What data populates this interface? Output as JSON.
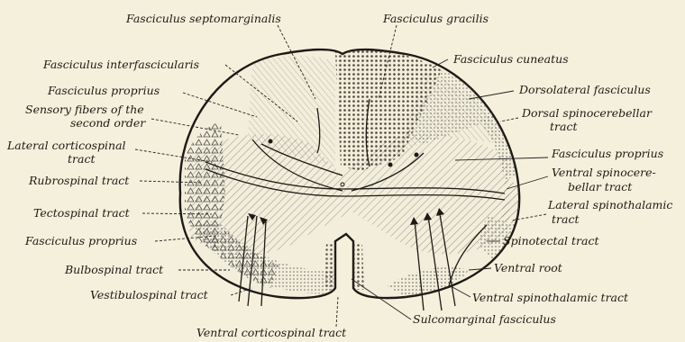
{
  "figure": {
    "labels": {
      "fasciculus_septomarginalis": "Fasciculus septomarginalis",
      "fasciculus_gracilis": "Fasciculus gracilis",
      "fasciculus_interfascicularis": "Fasciculus interfascicularis",
      "fasciculus_cuneatus": "Fasciculus cuneatus",
      "fasciculus_proprius_upper": "Fasciculus proprius",
      "dorsolateral_fasciculus": "Dorsolateral fasciculus",
      "sensory_fibers_line1": "Sensory fibers of the",
      "sensory_fibers_line2": "second order",
      "dorsal_spinocerebellar_line1": "Dorsal spinocerebellar",
      "dorsal_spinocerebellar_line2": "tract",
      "lateral_corticospinal_line1": "Lateral corticospinal",
      "lateral_corticospinal_line2": "tract",
      "fasciculus_proprius_right": "Fasciculus proprius",
      "rubrospinal_tract": "Rubrospinal tract",
      "ventral_spinocerebellar_line1": "Ventral spinocere-",
      "ventral_spinocerebellar_line2": "bellar tract",
      "tectospinal_tract": "Tectospinal tract",
      "lateral_spinothalamic_line1": "Lateral spinothalamic",
      "lateral_spinothalamic_line2": "tract",
      "fasciculus_proprius_lower": "Fasciculus proprius",
      "spinotectal_tract": "Spinotectal tract",
      "bulbospinal_tract": "Bulbospinal tract",
      "ventral_root": "Ventral root",
      "vestibulospinal_tract": "Vestibulospinal tract",
      "ventral_spinothalamic_tract": "Ventral spinothalamic tract",
      "sulcomarginal_fasciculus": "Sulcomarginal fasciculus",
      "ventral_corticospinal_tract": "Ventral corticospinal tract"
    }
  }
}
